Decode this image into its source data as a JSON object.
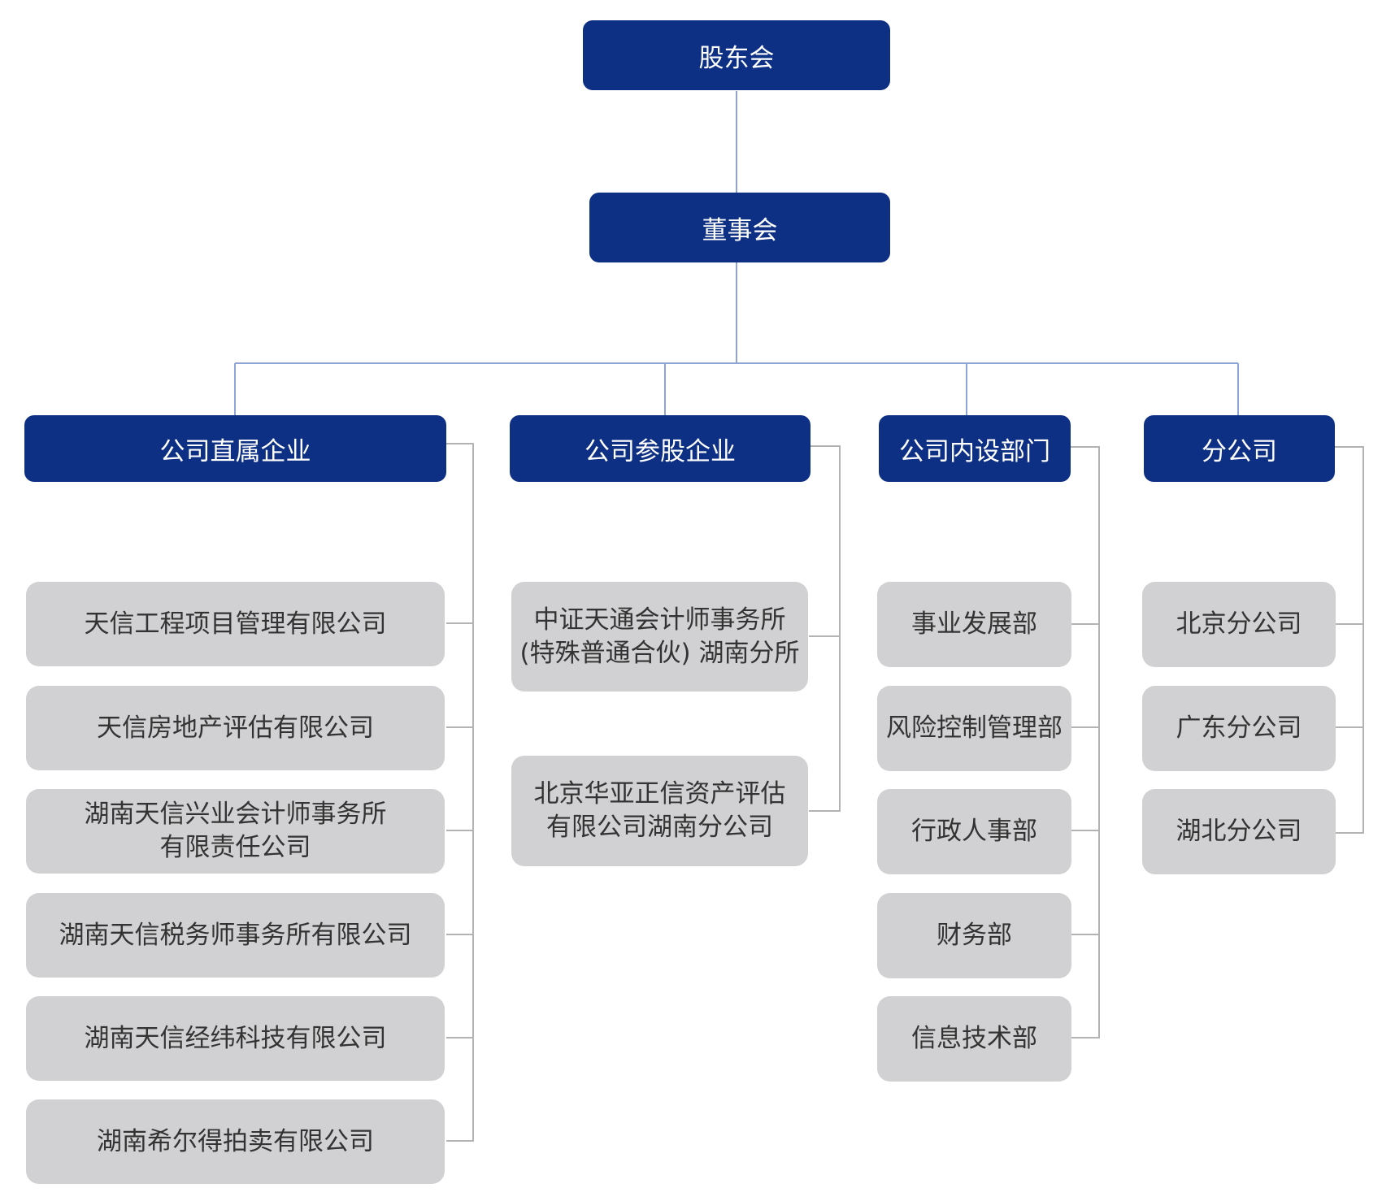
{
  "top": {
    "shareholders": "股东会",
    "board": "董事会"
  },
  "columns": [
    {
      "label": "公司直属企业",
      "items": [
        "天信工程项目管理有限公司",
        "天信房地产评估有限公司",
        "湖南天信兴业会计师事务所\n有限责任公司",
        "湖南天信税务师事务所有限公司",
        "湖南天信经纬科技有限公司",
        "湖南希尔得拍卖有限公司"
      ]
    },
    {
      "label": "公司参股企业",
      "items": [
        "中证天通会计师事务所\n(特殊普通合伙) 湖南分所",
        "北京华亚正信资产评估\n有限公司湖南分公司"
      ]
    },
    {
      "label": "公司内设部门",
      "items": [
        "事业发展部",
        "风险控制管理部",
        "行政人事部",
        "财务部",
        "信息技术部"
      ]
    },
    {
      "label": "分公司",
      "items": [
        "北京分公司",
        "广东分公司",
        "湖北分公司"
      ]
    }
  ],
  "colors": {
    "header": "#0d2f84",
    "leaf": "#d1d1d3",
    "tree_line": "#8ea3d6",
    "bracket_line": "#b3b3b3"
  }
}
